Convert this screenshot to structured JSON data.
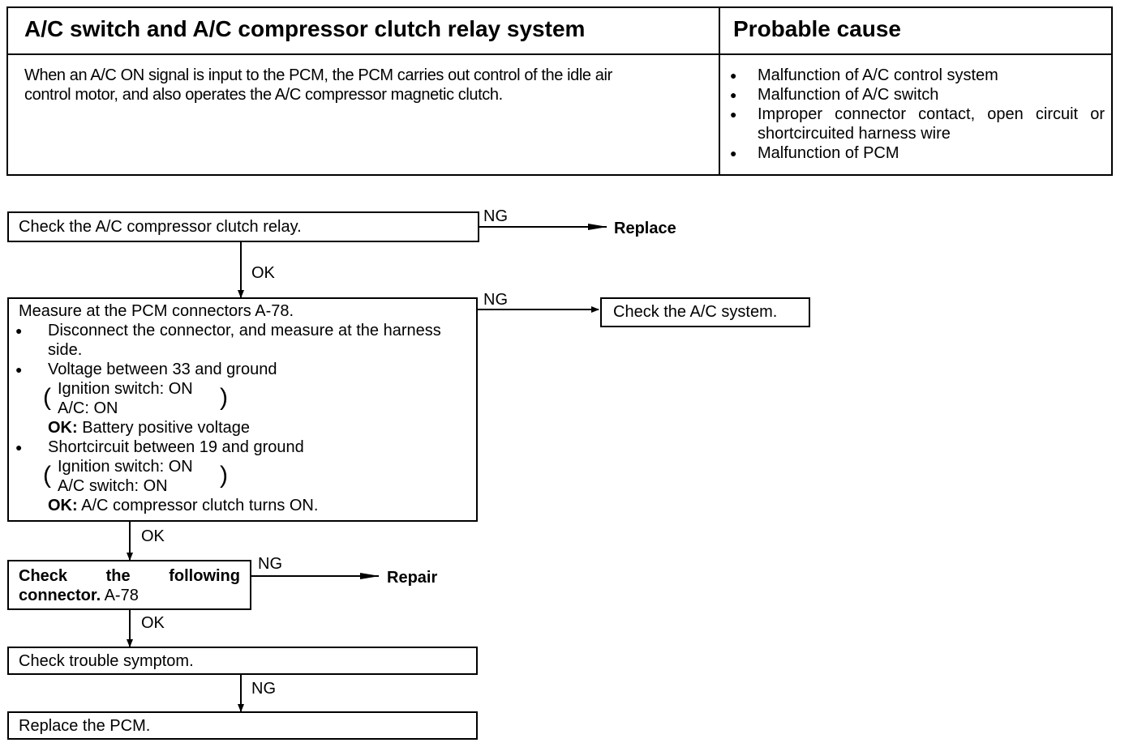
{
  "table": {
    "header_left": "A/C switch and A/C compressor clutch relay system",
    "header_right": "Probable cause",
    "description": "When an A/C ON signal is input to the PCM, the PCM carries out control of the idle air control motor, and also operates the A/C compressor magnetic clutch.",
    "causes": [
      "Malfunction of A/C control system",
      "Malfunction of A/C switch",
      "Improper connector contact, open circuit or shortcircuited harness wire",
      "Malfunction of PCM"
    ]
  },
  "flow": {
    "step1": "Check the A/C compressor clutch relay.",
    "step1_ng": "NG",
    "step1_result": "Replace",
    "step1_ok": "OK",
    "step2": {
      "title": "Measure at the PCM connectors A-78.",
      "bullet1": "Disconnect the connector, and measure at the harness side.",
      "bullet2": "Voltage between 33 and ground",
      "cond2_line1": "Ignition switch: ON",
      "cond2_line2": "A/C: ON",
      "ok2_label": "OK:",
      "ok2_text": "Battery positive voltage",
      "bullet3": "Shortcircuit between 19 and ground",
      "cond3_line1": "Ignition switch: ON",
      "cond3_line2": "A/C switch: ON",
      "ok3_label": "OK:",
      "ok3_text": "A/C compressor clutch turns ON."
    },
    "step2_ng": "NG",
    "step2_result": "Check the A/C system.",
    "step2_ok": "OK",
    "step3_bold": "Check the following connector.",
    "step3_rest": "A-78",
    "step3_ng": "NG",
    "step3_result": "Repair",
    "step3_ok": "OK",
    "step4": "Check trouble symptom.",
    "step4_ng": "NG",
    "step5": "Replace the PCM."
  }
}
